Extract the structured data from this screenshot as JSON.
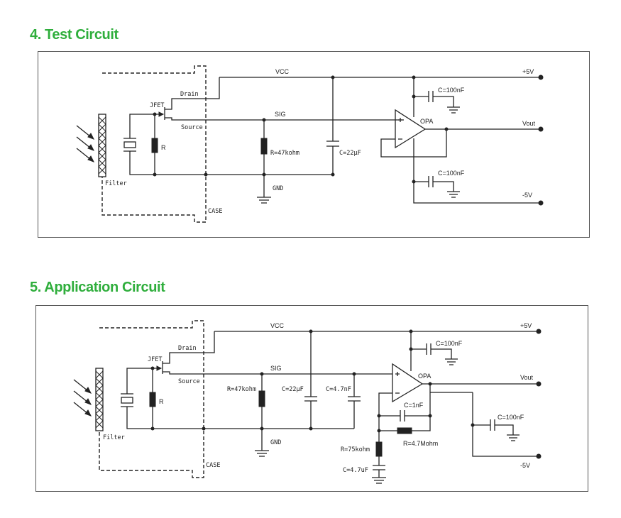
{
  "sections": [
    {
      "heading": "4. Test Circuit",
      "labels": {
        "vcc": "VCC",
        "plus5v": "+5V",
        "drain": "Drain",
        "jfet": "JFET",
        "sig": "SIG",
        "source": "Source",
        "r": "R",
        "r47k": "R=47kohm",
        "c22u": "C=22μF",
        "gnd": "GND",
        "filter": "Filter",
        "case": "CASE",
        "opa": "OPA",
        "vout": "Vout",
        "c100n_top": "C=100nF",
        "c100n_bottom": "C=100nF",
        "minus5v": "-5V"
      }
    },
    {
      "heading": "5. Application Circuit",
      "labels": {
        "vcc": "VCC",
        "plus5v": "+5V",
        "drain": "Drain",
        "jfet": "JFET",
        "sig": "SIG",
        "source": "Source",
        "r": "R",
        "r47k": "R=47kohm",
        "c22u": "C=22μF",
        "c47n": "C=4.7nF",
        "gnd": "GND",
        "filter": "Filter",
        "case": "CASE",
        "opa": "OPA",
        "vout": "Vout",
        "c100n_top": "C=100nF",
        "c1n": "C=1nF",
        "r47m": "R=4.7Mohm",
        "r75k": "R=75kohm",
        "c47u": "C=4.7uF",
        "c100n_right": "C=100nF",
        "minus5v": "-5V"
      }
    }
  ]
}
